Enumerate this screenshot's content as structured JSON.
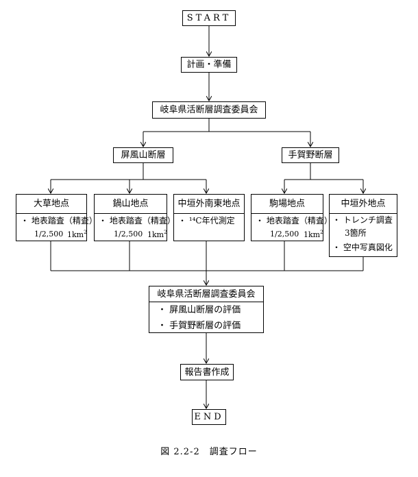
{
  "nodes": {
    "start": "START",
    "plan": "計画・準備",
    "committee1": "岐阜県活断層調査委員会",
    "branch_left": "屏風山断層",
    "branch_right": "手賀野断層",
    "sites": [
      {
        "title": "大草地点",
        "lines": [
          "・ 地表踏査（精査）"
        ],
        "scale": "1/2,500",
        "area": "1km",
        "area_sup": "2"
      },
      {
        "title": "鍋山地点",
        "lines": [
          "・ 地表踏査（精査）"
        ],
        "scale": "1/2,500",
        "area": "1km",
        "area_sup": "2"
      },
      {
        "title": "中垣外南東地点",
        "lines": [
          "・ ¹⁴C年代測定"
        ]
      },
      {
        "title": "駒場地点",
        "lines": [
          "・ 地表踏査（精査）"
        ],
        "scale": "1/2,500",
        "area": "1km",
        "area_sup": "2"
      },
      {
        "title": "中垣外地点",
        "lines": [
          "・ トレンチ調査",
          "3箇所",
          "・ 空中写真図化"
        ]
      }
    ],
    "committee2": {
      "title": "岐阜県活断層調査委員会",
      "items": [
        "・ 屏風山断層の評価",
        "・ 手賀野断層の評価"
      ]
    },
    "report": "報告書作成",
    "end": "END"
  },
  "caption": "図 2.2-2　調査フロー"
}
